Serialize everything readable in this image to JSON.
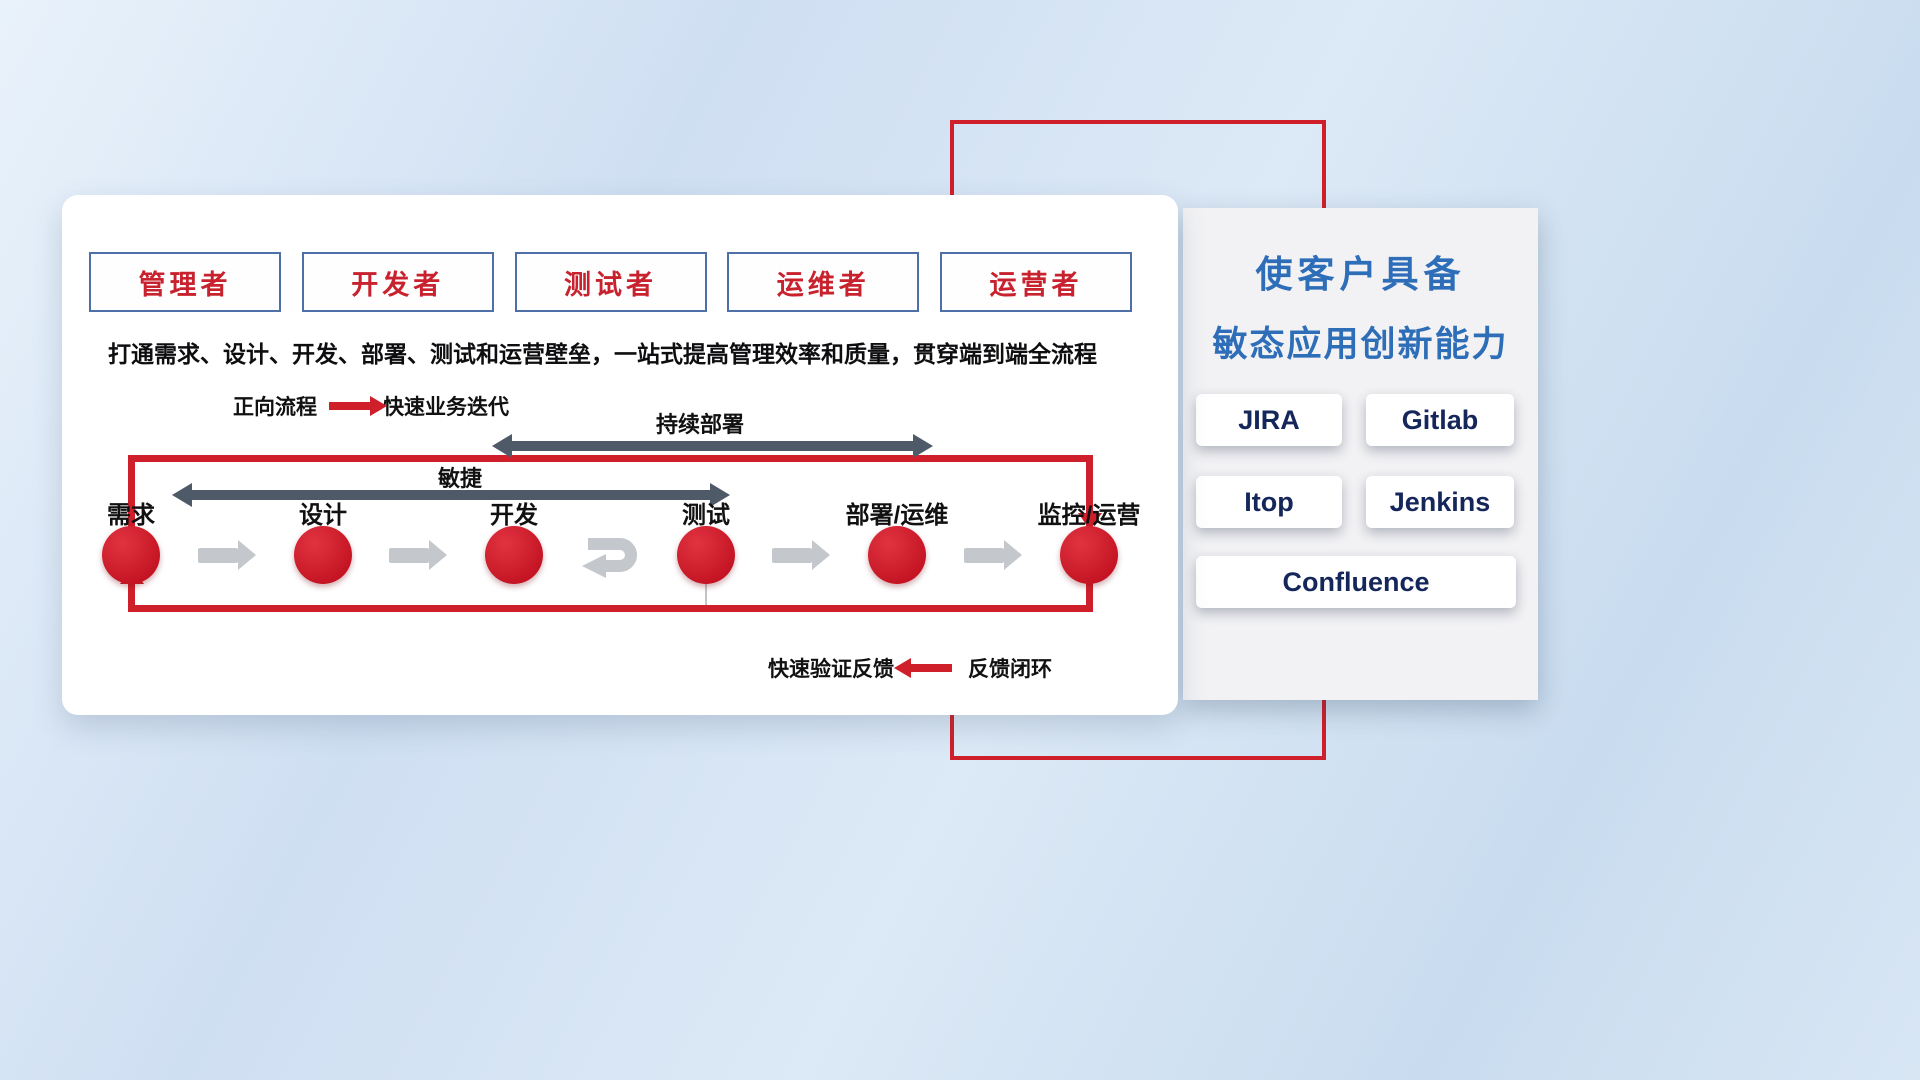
{
  "card": {
    "roles": [
      {
        "label": "管理者"
      },
      {
        "label": "开发者"
      },
      {
        "label": "测试者"
      },
      {
        "label": "运维者"
      },
      {
        "label": "运营者"
      }
    ],
    "subtitle": "打通需求、设计、开发、部署、测试和运营壁垒，一站式提高管理效率和质量，贯穿端到端全流程",
    "legend_forward": {
      "label": "正向流程",
      "desc": "快速业务迭代"
    },
    "legend_feedback": {
      "desc": "快速验证反馈",
      "label": "反馈闭环"
    },
    "flow": {
      "continuous_deploy_label": "持续部署",
      "agile_label": "敏捷",
      "nodes": [
        {
          "label": "需求"
        },
        {
          "label": "设计"
        },
        {
          "label": "开发"
        },
        {
          "label": "测试"
        },
        {
          "label": "部署/运维"
        },
        {
          "label": "监控/运营"
        }
      ]
    }
  },
  "right_panel": {
    "title_line1": "使客户具备",
    "title_line2": "敏态应用创新能力",
    "tools": [
      {
        "label": "JIRA"
      },
      {
        "label": "Gitlab"
      },
      {
        "label": "Itop"
      },
      {
        "label": "Jenkins"
      },
      {
        "label": "Confluence"
      }
    ]
  },
  "colors": {
    "accent_red": "#cf1f2b",
    "title_blue": "#2e6db7",
    "tool_text": "#14265a",
    "dark_arrow": "#4e5a68",
    "gray_arrow": "#c4c7cb",
    "role_border": "#4f6fa8"
  }
}
